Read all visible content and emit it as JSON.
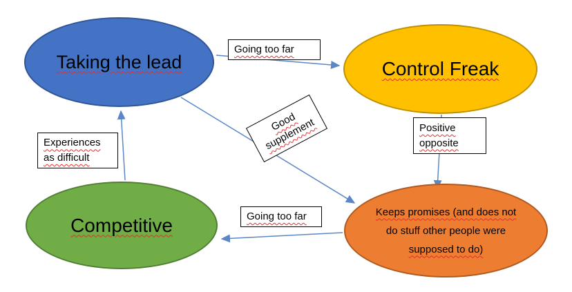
{
  "nodes": {
    "taking_the_lead": {
      "label": "Taking the lead",
      "fill": "#4472C4",
      "border": "#2F5597"
    },
    "control_freak": {
      "label": "Control Freak",
      "fill": "#FFC000",
      "border": "#BF9000"
    },
    "competitive": {
      "label": "Competitive",
      "fill": "#70AD47",
      "border": "#507E32"
    },
    "keeps_promises": {
      "lines": [
        "Keeps promises (and does not",
        "do stuff other people were",
        "supposed to do)"
      ],
      "fill": "#ED7D31",
      "border": "#AE5A21"
    }
  },
  "edges": {
    "lead_to_control_freak": {
      "label": "Going too far"
    },
    "lead_to_keeps_promises": {
      "label": "Good supplement"
    },
    "control_freak_to_keeps_promises": {
      "label": "Positive opposite"
    },
    "keeps_promises_to_competitive": {
      "label": "Going too far"
    },
    "competitive_to_lead": {
      "label": "Experiences as difficult"
    }
  },
  "colors": {
    "arrow": "#5B87C7",
    "spellcheck_underline": "#E0302E",
    "label_border": "#000000",
    "label_background": "#FFFFFF"
  }
}
